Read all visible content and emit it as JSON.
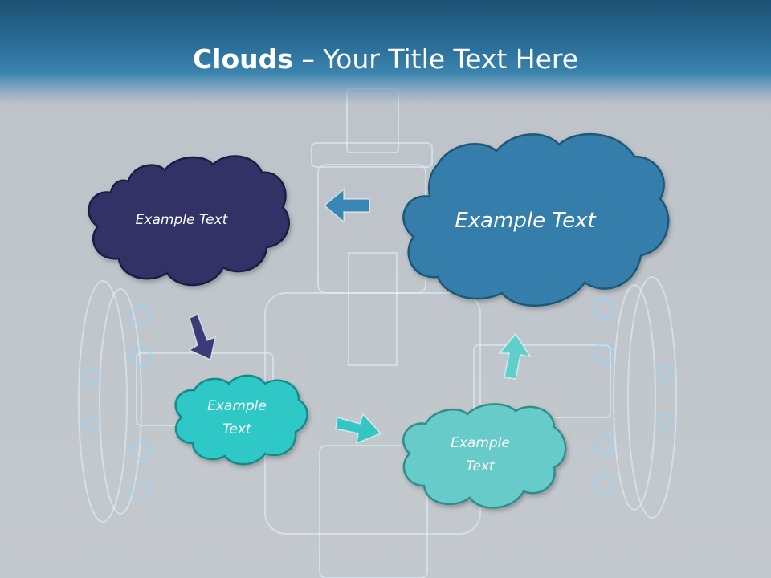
{
  "slide": {
    "title_bold": "Clouds",
    "title_rest": " – Your Title Text Here"
  },
  "clouds": [
    {
      "text": "Example Text",
      "fill": "#333366",
      "stroke": "#1c1c44"
    },
    {
      "text": "Example Text",
      "fill": "#357eab",
      "stroke": "#1e5878"
    },
    {
      "text": "Example Text",
      "fill": "#2ec8c6",
      "stroke": "#158a88"
    },
    {
      "text": "Example Text",
      "fill": "#66cbc9",
      "stroke": "#2f8e8c"
    }
  ],
  "arrows": [
    {
      "color": "#3a86b5",
      "direction": "left"
    },
    {
      "color": "#3b3b7a",
      "direction": "down"
    },
    {
      "color": "#33c6c4",
      "direction": "right"
    },
    {
      "color": "#5fcfcb",
      "direction": "up"
    }
  ]
}
